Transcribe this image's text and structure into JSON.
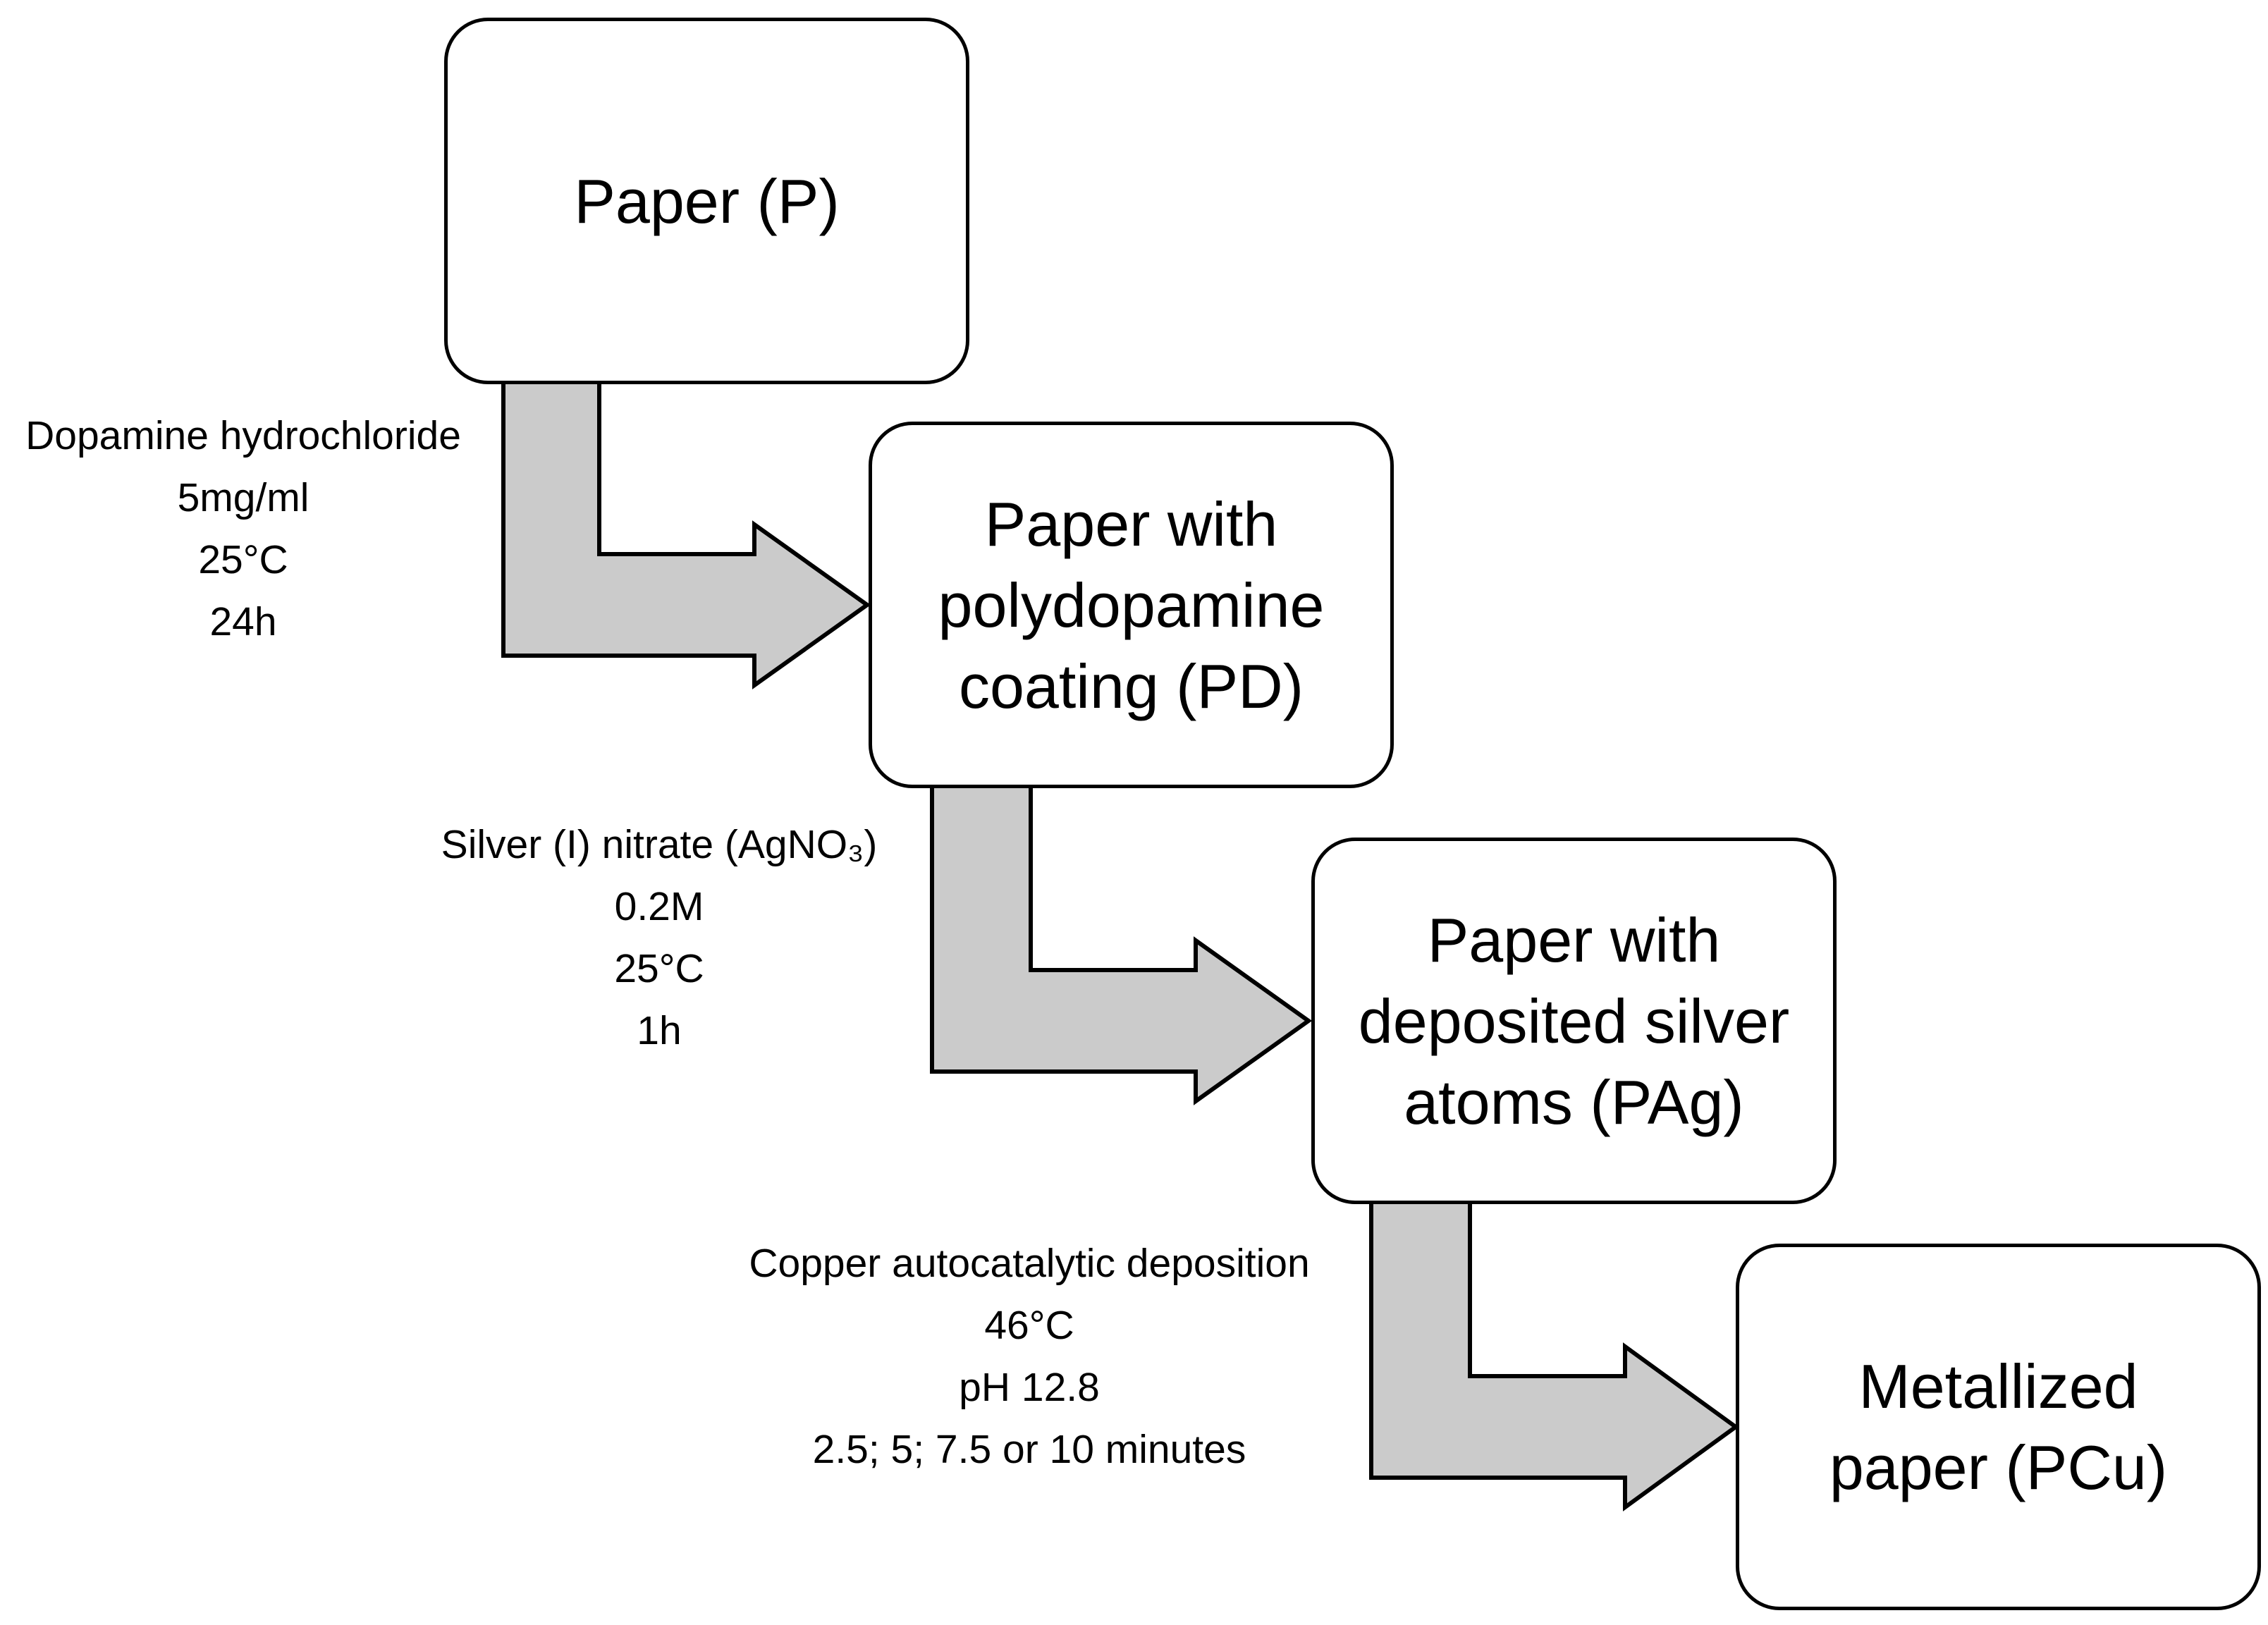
{
  "flowchart": {
    "nodes": [
      {
        "id": "P",
        "label": "Paper (P)"
      },
      {
        "id": "PD",
        "label": "Paper with\npolydopamine\ncoating (PD)"
      },
      {
        "id": "PAg",
        "label": "Paper with\ndeposited silver\natoms (PAg)"
      },
      {
        "id": "PCu",
        "label": "Metallized\npaper (PCu)"
      }
    ],
    "edges": [
      {
        "from": "P",
        "to": "PD",
        "label": "Dopamine hydrochloride\n5mg/ml\n25°C\n24h"
      },
      {
        "from": "PD",
        "to": "PAg",
        "label": "Silver (I) nitrate (AgNO₃)\n0.2M\n25°C\n1h"
      },
      {
        "from": "PAg",
        "to": "PCu",
        "label": "Copper autocatalytic deposition\n46°C\npH 12.8\n2.5; 5; 7.5 or 10 minutes"
      }
    ],
    "colors": {
      "arrow_fill": "#cbcbcb",
      "arrow_stroke": "#000000",
      "node_fill": "#ffffff",
      "node_border": "#000000",
      "background": "#ffffff",
      "text": "#000000"
    }
  }
}
